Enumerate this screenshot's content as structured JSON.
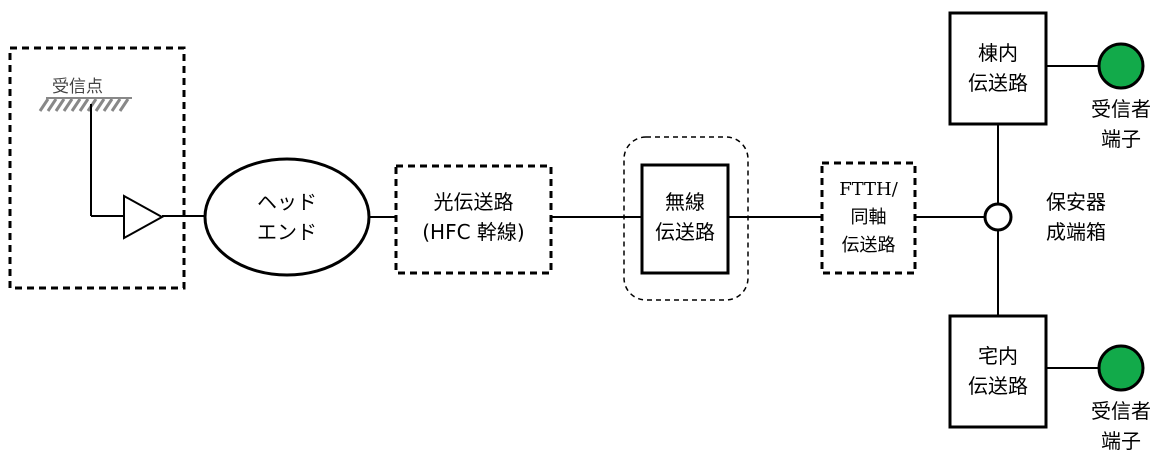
{
  "labels": {
    "reception_point": "受信点",
    "head_end": "ヘッド\nエンド",
    "optical_path": "光伝送路\n(HFC 幹線)",
    "wireless_path": "無線\n伝送路",
    "ftth_coax": "FTTH/\n同軸\n伝送路",
    "building_path": "棟内\n伝送路",
    "home_path": "宅内\n伝送路",
    "protector_box": "保安器\n成端箱",
    "terminal_top": "受信者\n端子",
    "terminal_bottom": "受信者\n端子"
  },
  "colors": {
    "terminal_fill": "#12aa4a",
    "line": "#000000"
  }
}
